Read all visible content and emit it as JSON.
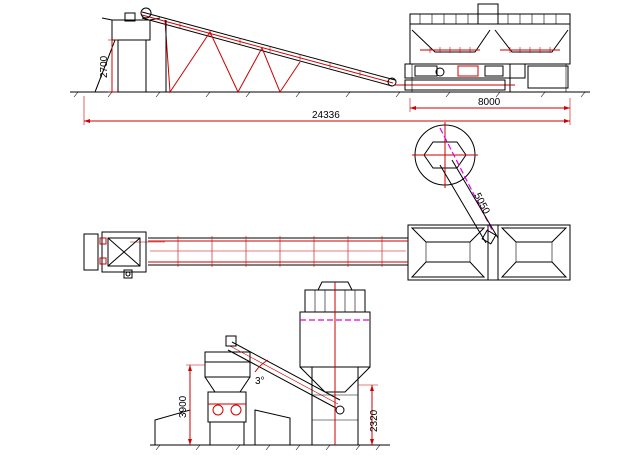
{
  "dimensions": {
    "side_hopper_height": "2700",
    "plant_length": "8000",
    "overall_length": "24336",
    "screw_length": "5050",
    "bin_height": "3900",
    "silo_leg_height": "2320",
    "incline_angle": "3°"
  },
  "colors": {
    "outline": "#000000",
    "dimension": "#cc0000",
    "centerline": "#e000e0"
  }
}
